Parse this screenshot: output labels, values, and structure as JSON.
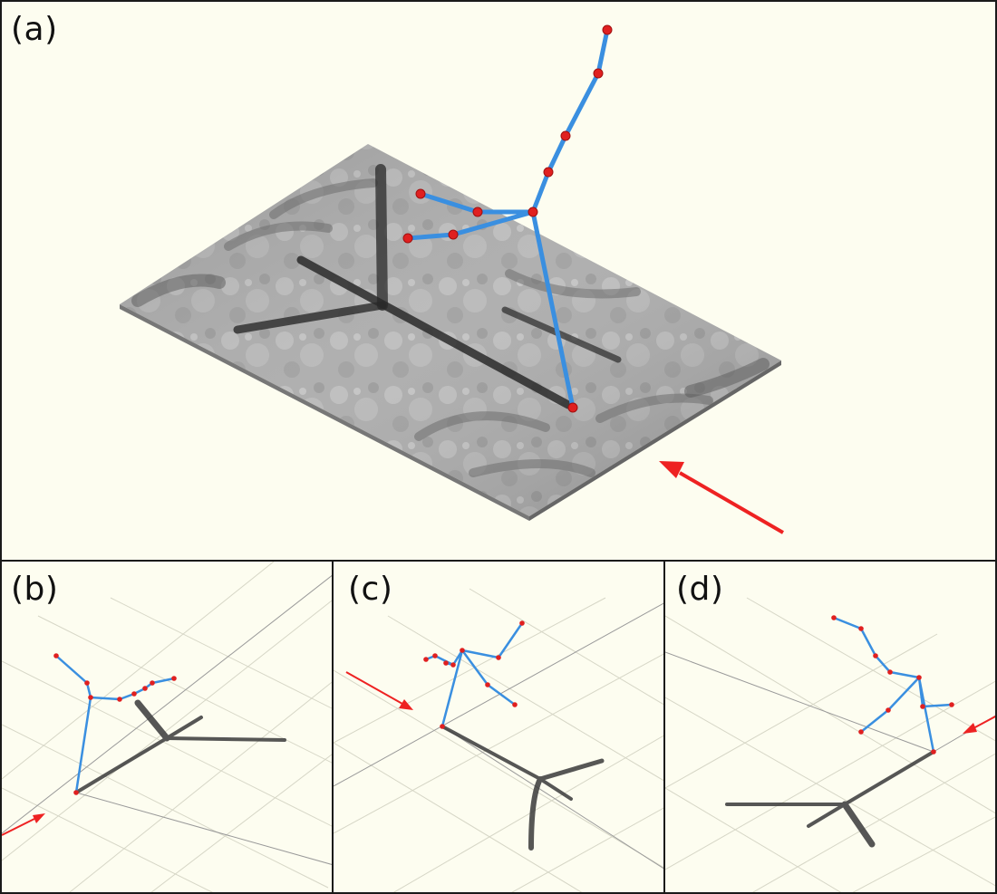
{
  "panels": [
    {
      "id": "a",
      "label": "(a)"
    },
    {
      "id": "b",
      "label": "(b)"
    },
    {
      "id": "c",
      "label": "(c)"
    },
    {
      "id": "d",
      "label": "(d)"
    }
  ],
  "colors": {
    "background": "#fdfdf0",
    "skeleton_edge": "#3a8fe0",
    "skeleton_node": "#e02020",
    "view_arrow": "#ee2222",
    "shadow": "#2a2a2a",
    "grid": "#cfcfc0"
  }
}
